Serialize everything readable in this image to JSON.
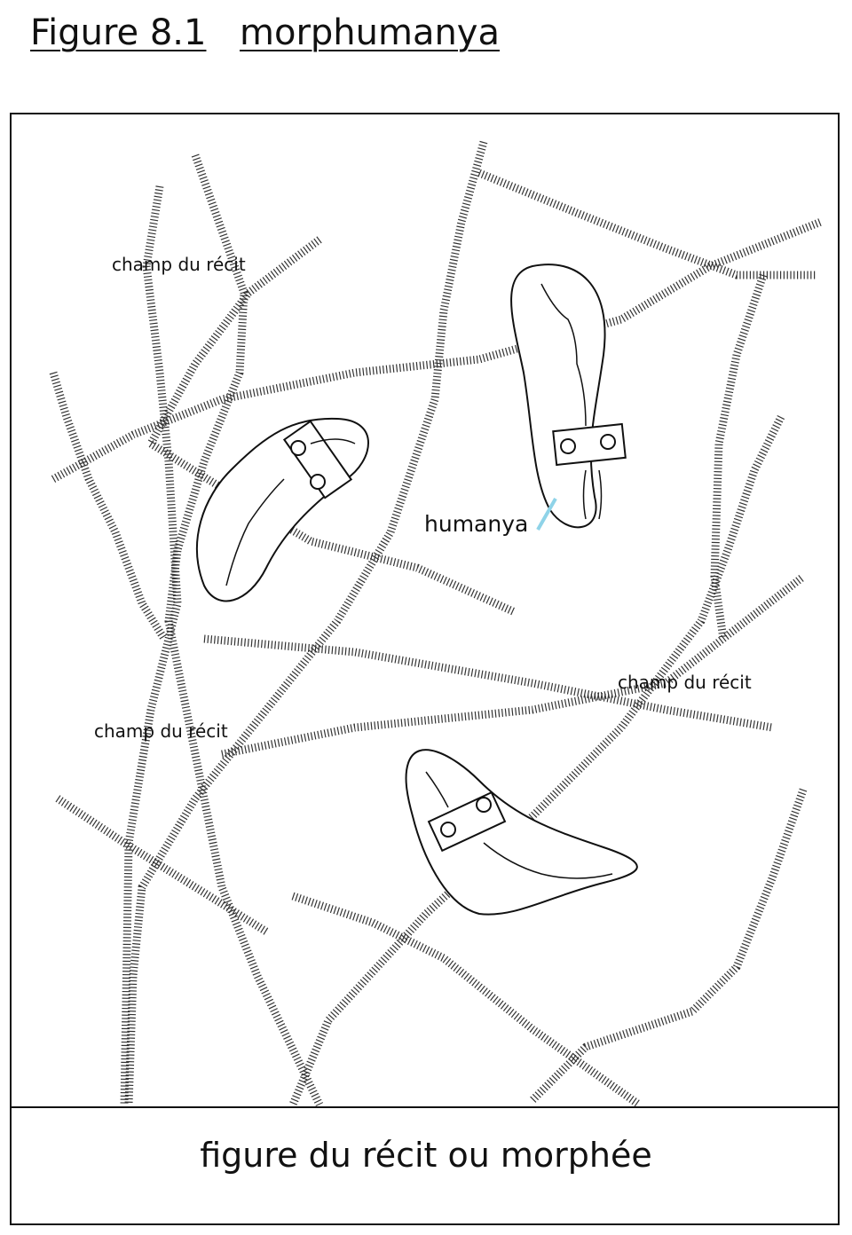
{
  "header": {
    "figure_number": "Figure 8.1",
    "figure_name": "morphumanya"
  },
  "labels": {
    "field_1": "champ du récit",
    "field_2": "champ du récit",
    "field_3": "champ du récit",
    "humanya": "humanya"
  },
  "caption": "figure du récit ou morphée",
  "colors": {
    "ink": "#111111",
    "pointer": "#8fd3e8"
  }
}
